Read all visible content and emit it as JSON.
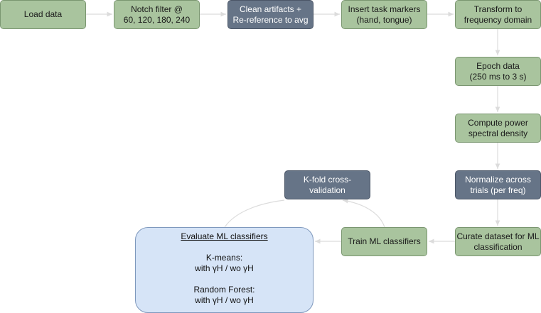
{
  "colors": {
    "process_fill": "#a9c49e",
    "process_border": "#7a9670",
    "highlight_fill": "#667487",
    "highlight_border": "#4b5667",
    "result_fill": "#d6e4f7",
    "result_border": "#7e98bd",
    "connector": "#dcdcdc"
  },
  "nodes": {
    "load_data": {
      "lines": [
        "Load data"
      ]
    },
    "notch_filter": {
      "lines": [
        "Notch filter @",
        "60, 120, 180, 240"
      ]
    },
    "clean_artifacts": {
      "lines": [
        "Clean artifacts +",
        "Re-reference to avg"
      ]
    },
    "task_markers": {
      "lines": [
        "Insert task markers",
        "(hand, tongue)"
      ]
    },
    "transform": {
      "lines": [
        "Transform to",
        "frequency domain"
      ]
    },
    "epoch": {
      "lines": [
        "Epoch data",
        "(250 ms to 3 s)"
      ]
    },
    "psd": {
      "lines": [
        "Compute power",
        "spectral density"
      ]
    },
    "normalize": {
      "lines": [
        "Normalize across",
        "trials (per freq)"
      ]
    },
    "curate": {
      "lines": [
        "Curate dataset for ML",
        "classification"
      ]
    },
    "train": {
      "lines": [
        "Train ML classifiers"
      ]
    },
    "kfold": {
      "lines": [
        "K-fold cross-",
        "validation"
      ]
    },
    "evaluate": {
      "title": "Evaluate ML classifiers",
      "kmeans_label": "K-means:",
      "kmeans_detail": "with γH / wo γH",
      "rf_label": "Random Forest:",
      "rf_detail": "with γH / wo γH"
    }
  }
}
